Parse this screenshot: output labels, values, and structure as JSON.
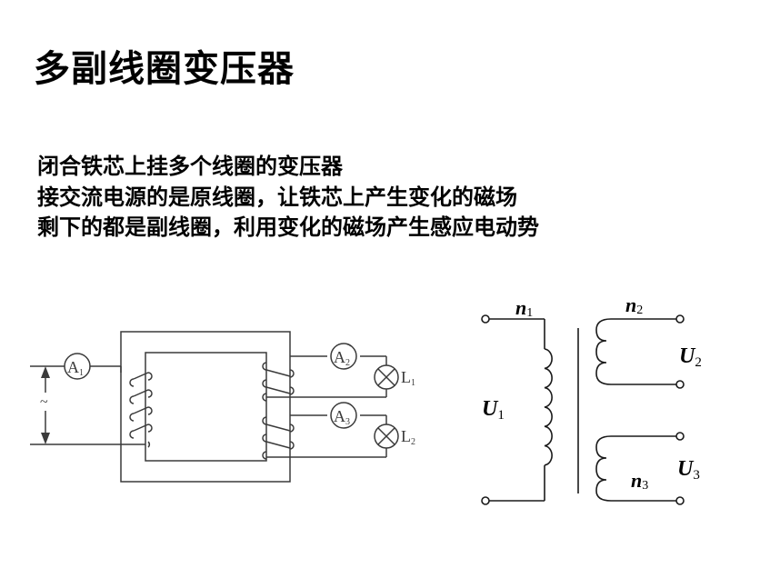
{
  "slide": {
    "title": "多副线圈变压器",
    "body_lines": [
      "闭合铁芯上挂多个线圈的变压器",
      "接交流电源的是原线圈，让铁芯上产生变化的磁场",
      "剩下的都是副线圈，利用变化的磁场产生感应电动势"
    ]
  },
  "left_diagram": {
    "source_symbol": "~",
    "ammeters": [
      {
        "letter": "A",
        "sub": "1"
      },
      {
        "letter": "A",
        "sub": "2"
      },
      {
        "letter": "A",
        "sub": "3"
      }
    ],
    "lamps": [
      {
        "letter": "L",
        "sub": "1"
      },
      {
        "letter": "L",
        "sub": "2"
      }
    ]
  },
  "right_diagram": {
    "labels": {
      "n1": {
        "letter": "n",
        "sub": "1"
      },
      "n2": {
        "letter": "n",
        "sub": "2"
      },
      "n3": {
        "letter": "n",
        "sub": "3"
      },
      "U1": {
        "letter": "U",
        "sub": "1"
      },
      "U2": {
        "letter": "U",
        "sub": "2"
      },
      "U3": {
        "letter": "U",
        "sub": "3"
      }
    }
  }
}
